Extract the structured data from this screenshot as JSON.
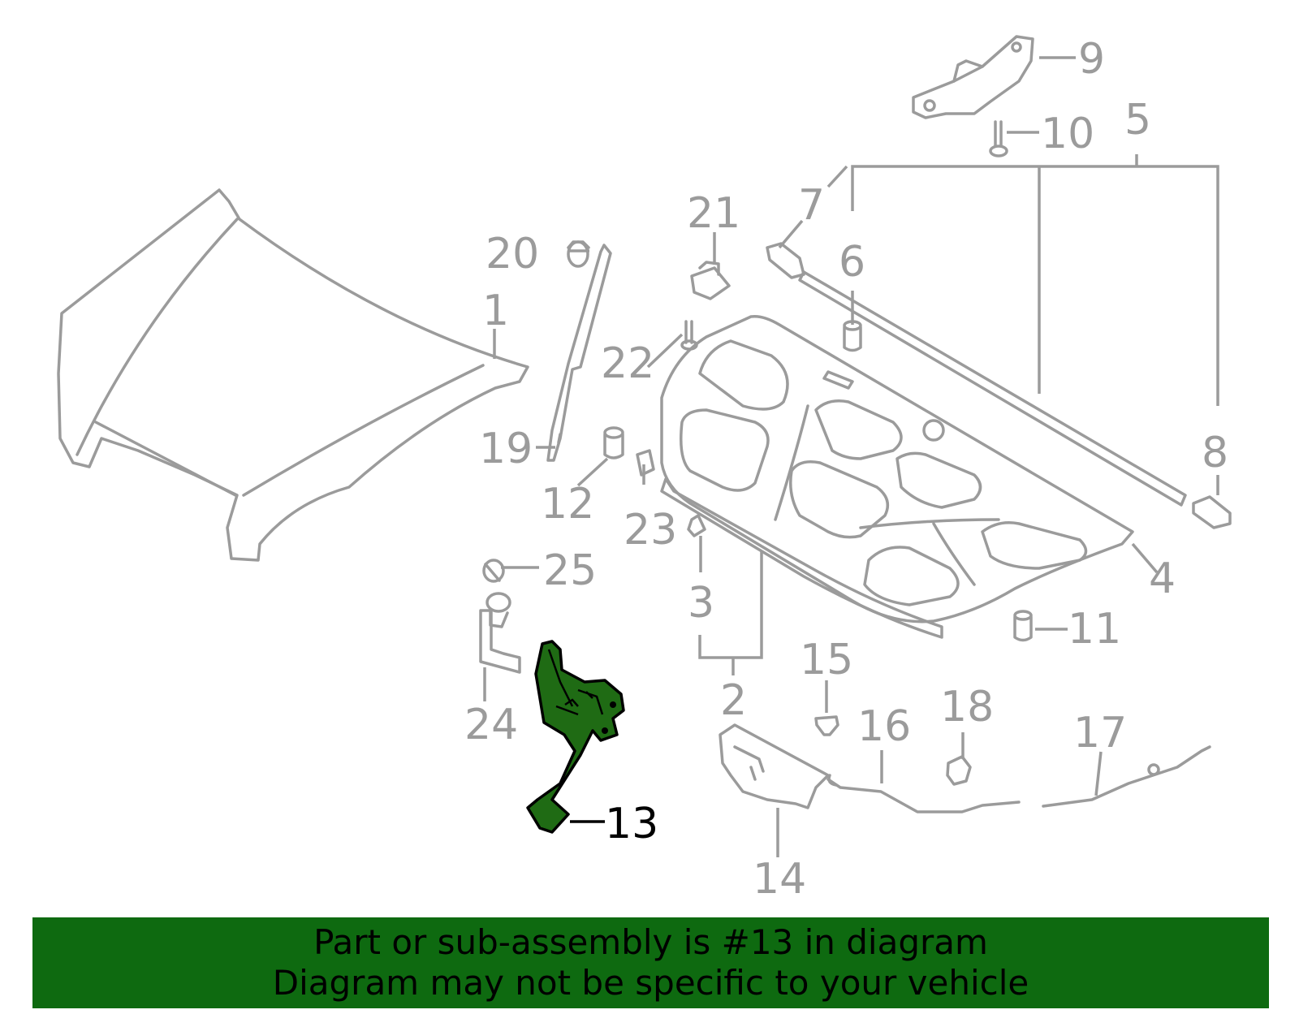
{
  "colors": {
    "part_stroke": "#9b9b9b",
    "highlight_fill": "#1f6b14",
    "highlight_callout": "#000000",
    "banner_bg": "#0e6a10",
    "banner_text": "#000000"
  },
  "highlighted_part": "13",
  "callouts": {
    "c1": "1",
    "c2": "2",
    "c3": "3",
    "c4": "4",
    "c5": "5",
    "c6": "6",
    "c7": "7",
    "c8": "8",
    "c9": "9",
    "c10": "10",
    "c11": "11",
    "c12": "12",
    "c13": "13",
    "c14": "14",
    "c15": "15",
    "c16": "16",
    "c17": "17",
    "c18": "18",
    "c19": "19",
    "c20": "20",
    "c21": "21",
    "c22": "22",
    "c23": "23",
    "c24": "24",
    "c25": "25"
  },
  "banner": {
    "line1": "Part or sub-assembly is #13 in diagram",
    "line2": "Diagram may not be specific to your vehicle"
  }
}
